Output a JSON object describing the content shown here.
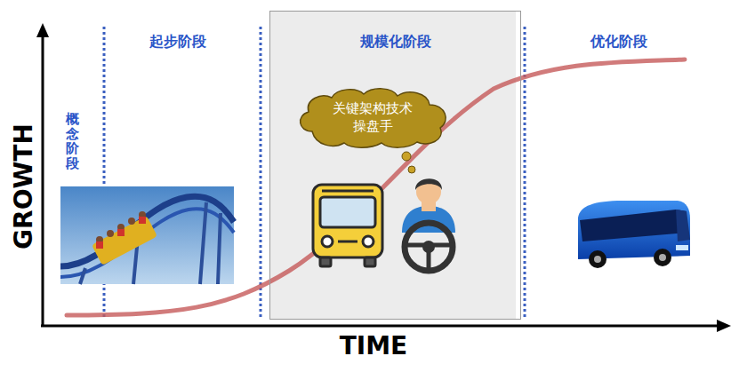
{
  "diagram": {
    "nodes": [
      {
        "text": [
          "规模化阶段"
        ]
      },
      {
        "text": [
          "关键架构技术 操盘手"
        ],
        "in": 0
      }
    ],
    "labels": [
      "GROWTH",
      "TIME",
      "概念阶段",
      "起步阶段",
      "优化阶段"
    ]
  }
}
